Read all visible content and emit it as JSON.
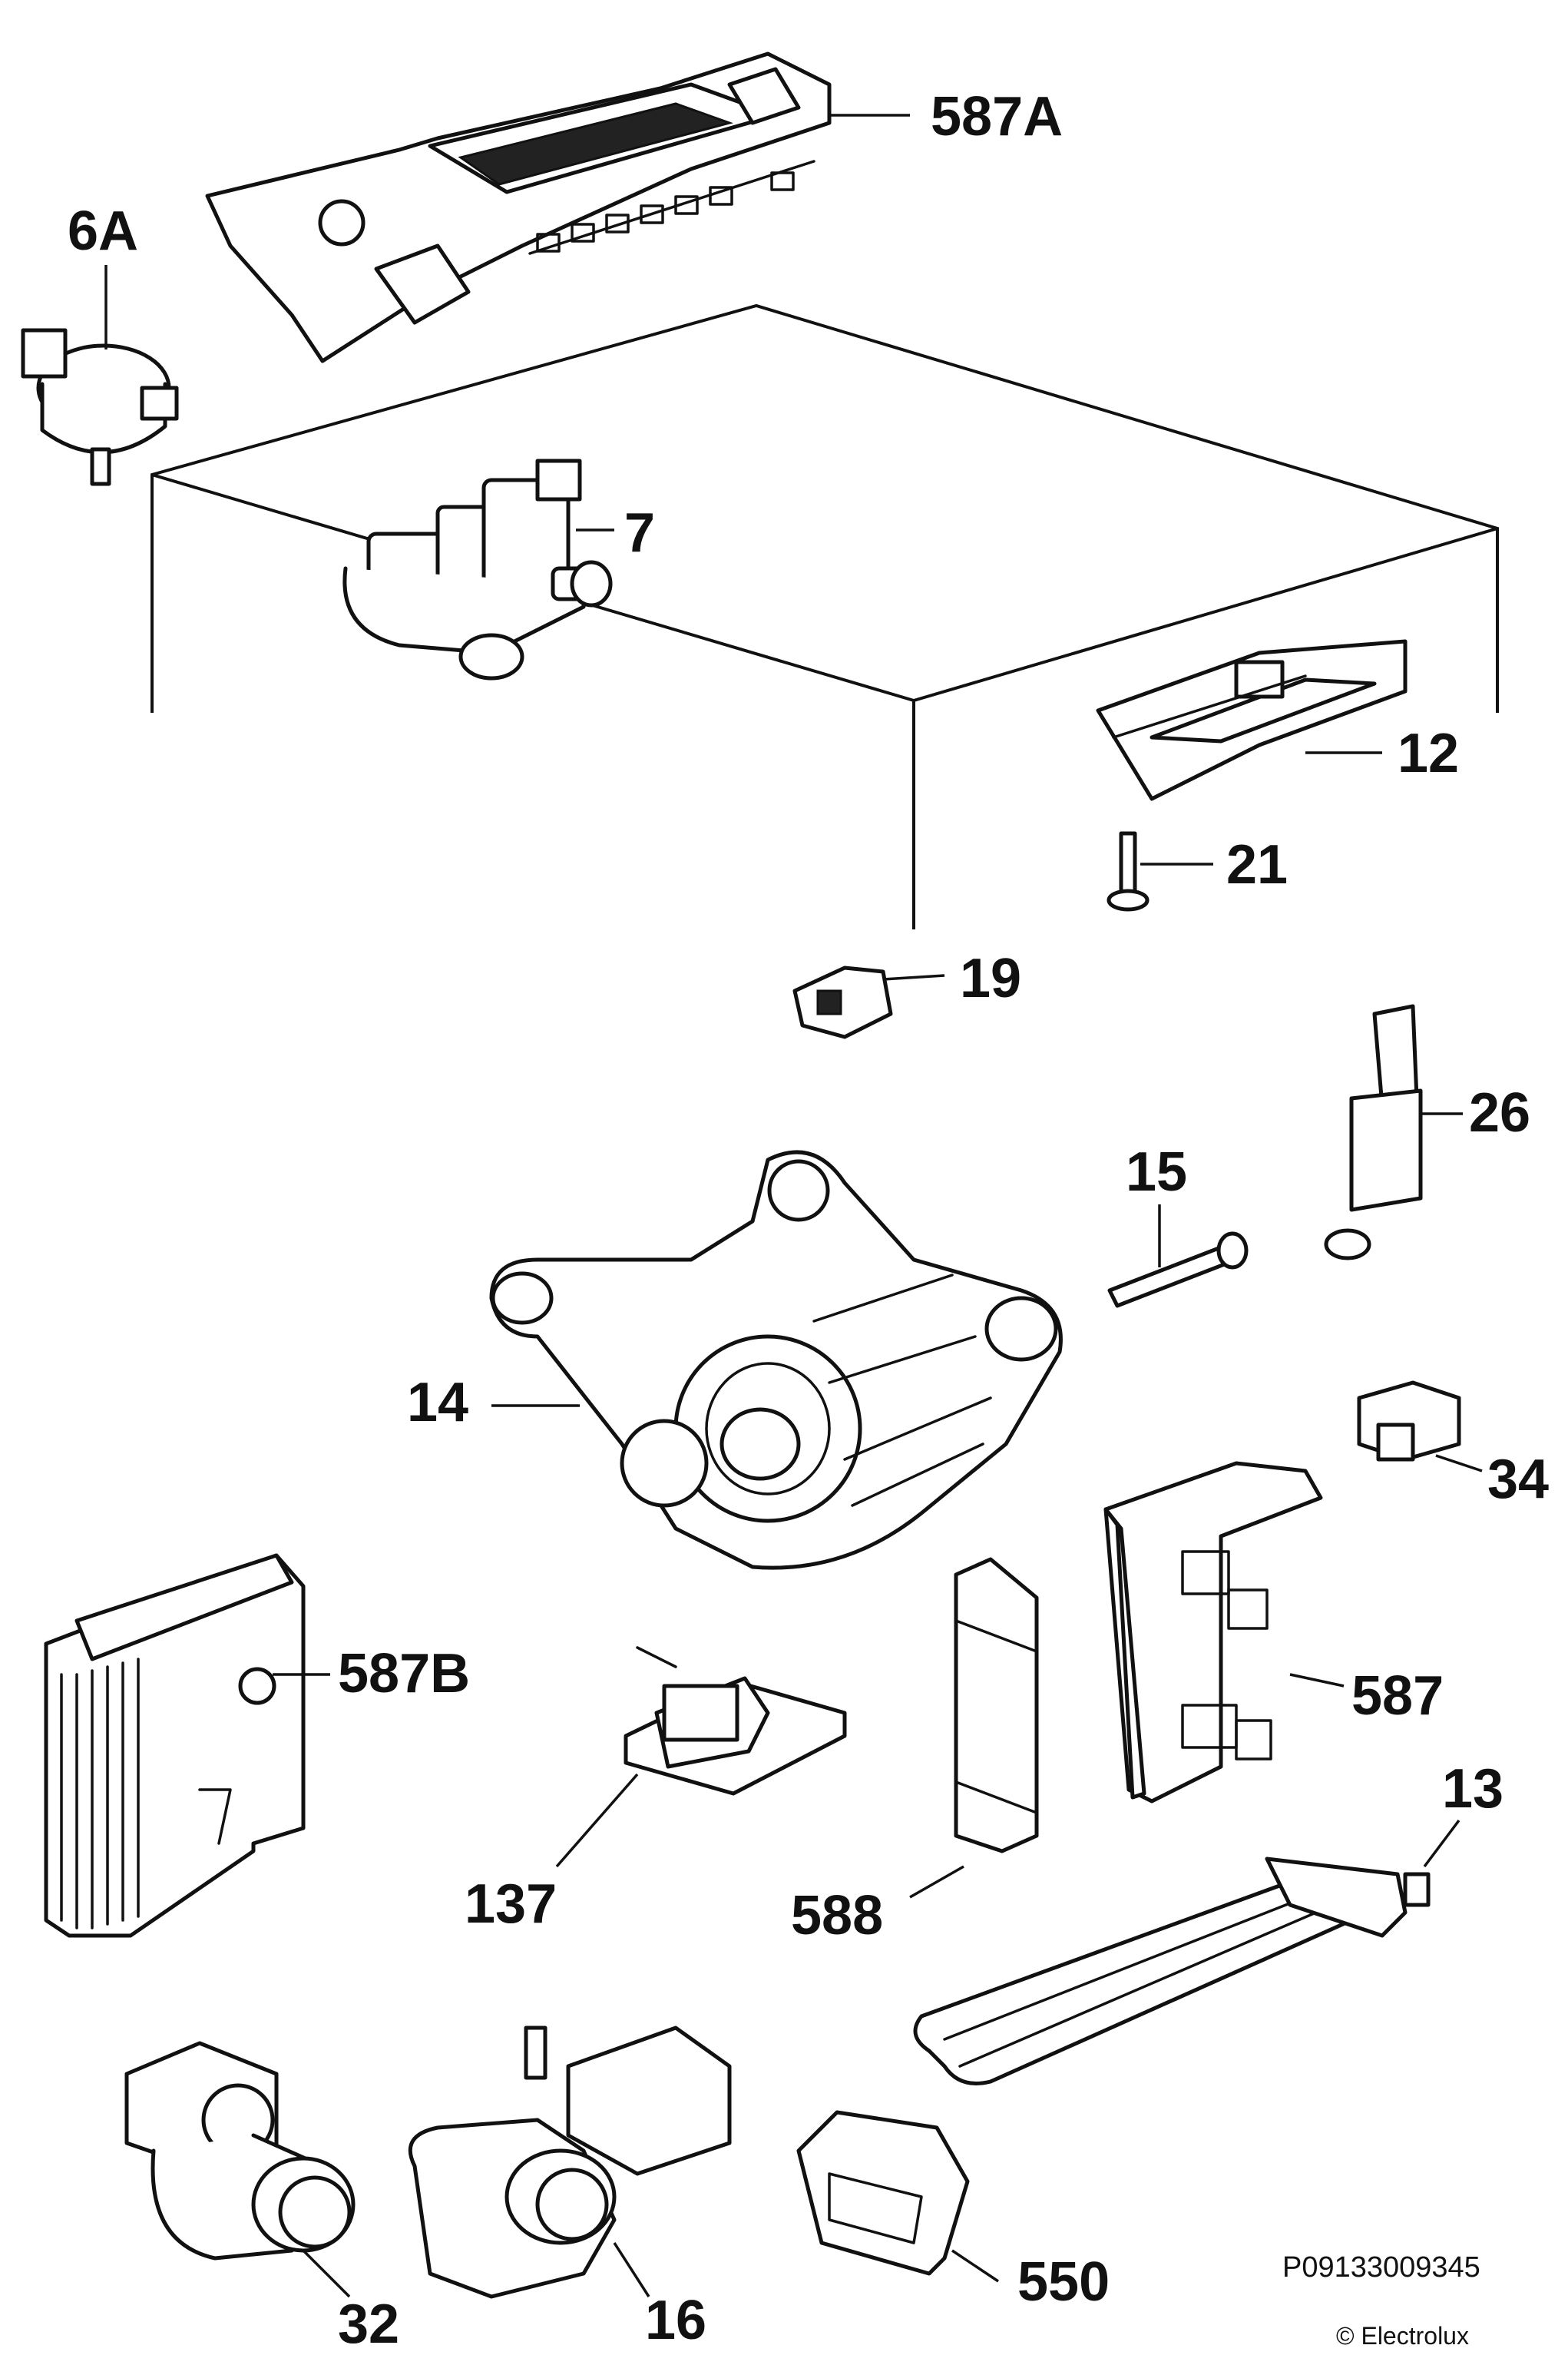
{
  "callouts": {
    "c587A": "587A",
    "c6A": "6A",
    "c7": "7",
    "c12": "12",
    "c21": "21",
    "c19": "19",
    "c26": "26",
    "c15": "15",
    "c14": "14",
    "c34": "34",
    "c587B": "587B",
    "c587": "587",
    "c137": "137",
    "c588": "588",
    "c13": "13",
    "c32": "32",
    "c16": "16",
    "c550": "550"
  },
  "footer": {
    "document_code": "P09133009345",
    "copyright": "© Electrolux"
  }
}
